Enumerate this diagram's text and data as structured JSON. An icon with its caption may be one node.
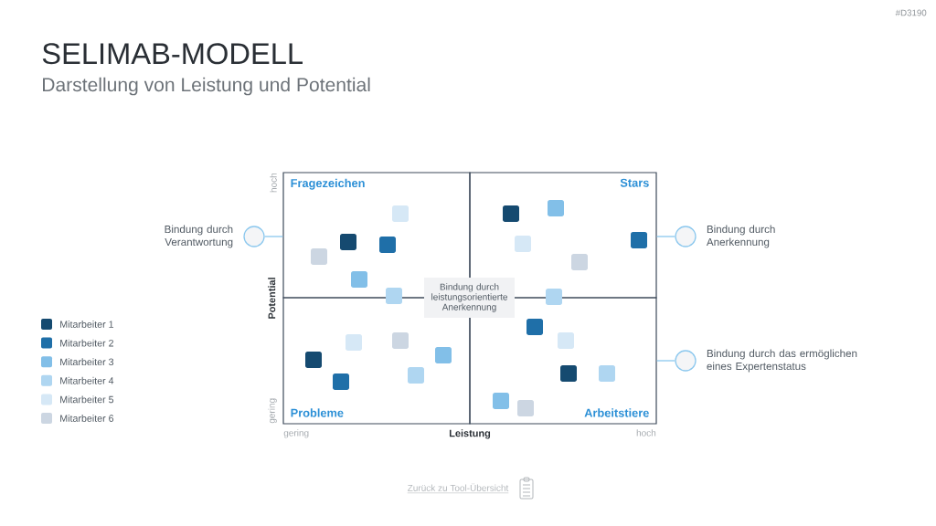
{
  "diagram": {
    "title": "SELIMAB-MODELL",
    "nodes": [
      {
        "text": [
          "Fragezeichen"
        ]
      },
      {
        "text": [
          "Stars"
        ]
      },
      {
        "text": [
          "Probleme"
        ]
      },
      {
        "text": [
          "Arbeitstiere"
        ]
      },
      {
        "text": [
          "Bindung durch leistungsorientierte Anerkennung"
        ]
      },
      {
        "text": [],
        "shape": "circle",
        "beside": [
          "Bindung durch Verantwortung"
        ]
      },
      {
        "text": [],
        "shape": "circle",
        "beside": [
          "Bindung durch Anerkennung"
        ]
      },
      {
        "text": [],
        "shape": "circle",
        "beside": [
          "Bindung durch das ermöglichen eines Expertenstatus"
        ]
      }
    ],
    "edges": [
      {
        "from": 5,
        "to": 0,
        "arrow": "none"
      },
      {
        "from": 6,
        "to": 1,
        "arrow": "none"
      },
      {
        "from": 7,
        "to": 3,
        "arrow": "none"
      }
    ],
    "labels": [
      "#D3190",
      "Darstellung von Leistung und Potential",
      "hoch",
      "Potential",
      "gering",
      "gering",
      "Leistung",
      "hoch",
      "Zurück zu Tool-Übersicht"
    ],
    "legend": [
      {
        "text": "Mitarbeiter 1",
        "color": "#154a70"
      },
      {
        "text": "Mitarbeiter 2",
        "color": "#1f6fa8"
      },
      {
        "text": "Mitarbeiter 3",
        "color": "#82bfe8"
      },
      {
        "text": "Mitarbeiter 4",
        "color": "#afd6f1"
      },
      {
        "text": "Mitarbeiter 5",
        "color": "#d6e8f6"
      },
      {
        "text": "Mitarbeiter 6",
        "color": "#ccd6e2"
      }
    ]
  }
}
